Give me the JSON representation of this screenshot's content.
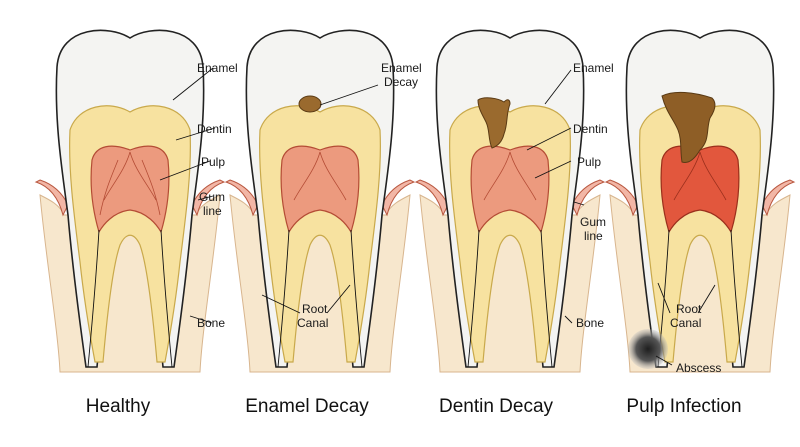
{
  "captions": {
    "healthy": "Healthy",
    "enamel_decay": "Enamel Decay",
    "dentin_decay": "Dentin Decay",
    "pulp_infection": "Pulp Infection"
  },
  "labels": {
    "healthy": {
      "enamel": "Enamel",
      "dentin": "Dentin",
      "pulp": "Pulp",
      "gum_line_1": "Gum",
      "gum_line_2": "line",
      "bone": "Bone"
    },
    "enamel_decay": {
      "enamel_decay_1": "Enamel",
      "enamel_decay_2": "Decay",
      "root_canal_1": "Root",
      "root_canal_2": "Canal"
    },
    "dentin_decay": {
      "enamel": "Enamel",
      "dentin": "Dentin",
      "pulp": "Pulp",
      "gum_line_1": "Gum",
      "gum_line_2": "line",
      "bone": "Bone"
    },
    "pulp_infection": {
      "root_canal_1": "Root",
      "root_canal_2": "Canal",
      "abscess": "Abscess"
    }
  },
  "colors": {
    "enamel": "#f4f4f2",
    "dentin": "#f7e2a0",
    "dentin_outer": "#fbefc6",
    "pulp": "#ec9a7e",
    "pulp_infected": "#e2573d",
    "decay": "#9a6a2e",
    "gum": "#f2b6a6",
    "bone": "#f7e7cd",
    "canal": "#c9553c",
    "abscess": "#555555"
  }
}
